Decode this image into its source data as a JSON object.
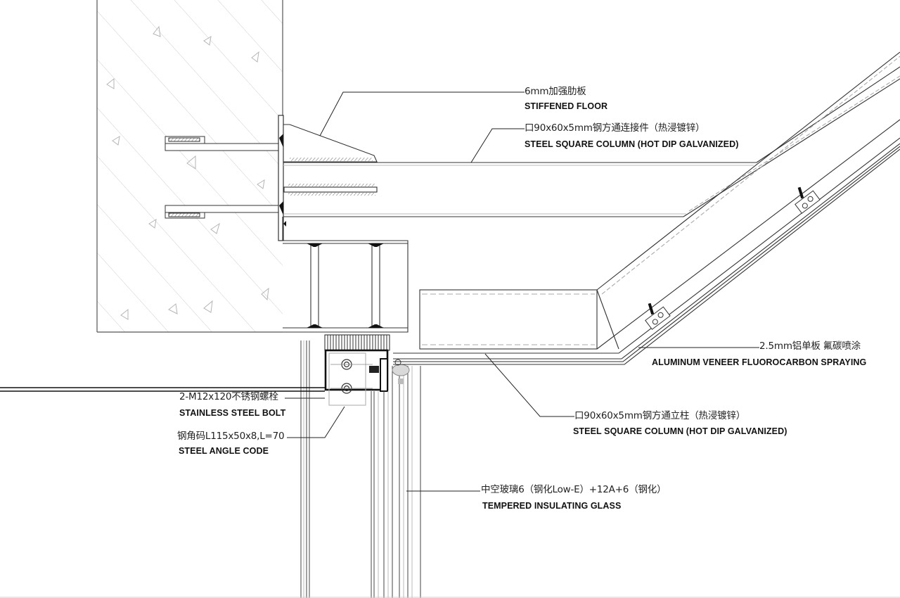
{
  "drawing": {
    "type": "architectural-section-detail",
    "subject": "Curtain wall / aluminum veneer connection at concrete slab edge",
    "colors": {
      "line": "#3a3a3a",
      "hatch": "#c9c9c9",
      "background": "#ffffff"
    }
  },
  "annotations": [
    {
      "id": "stiffened-plate",
      "cn": "6mm加强肋板",
      "en": "STIFFENED FLOOR"
    },
    {
      "id": "steel-connector",
      "cn": "口90x60x5mm钢方通连接件（热浸镀锌）",
      "en": "STEEL SQUARE COLUMN (HOT DIP GALVANIZED)"
    },
    {
      "id": "aluminum-veneer",
      "cn": "2.5mm铝单板 氟碳喷涂",
      "en": "ALUMINUM VENEER FLUOROCARBON SPRAYING"
    },
    {
      "id": "stainless-bolt",
      "cn": "2-M12x120不锈钢螺栓",
      "en": "STAINLESS STEEL BOLT"
    },
    {
      "id": "steel-column",
      "cn": "口90x60x5mm钢方通立柱（热浸镀锌）",
      "en": "STEEL SQUARE COLUMN (HOT DIP GALVANIZED)"
    },
    {
      "id": "steel-angle",
      "cn": "钢角码L115x50x8,L=70",
      "en": "STEEL ANGLE CODE"
    },
    {
      "id": "insulating-glass",
      "cn": "中空玻璃6（钢化Low-E）+12A+6（钢化）",
      "en": "TEMPERED INSULATING GLASS"
    }
  ]
}
